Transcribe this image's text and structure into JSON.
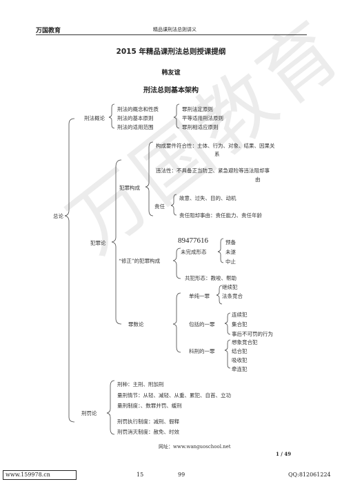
{
  "header": {
    "brand": "万国教育",
    "subtitle": "精品课刑法总则讲义"
  },
  "title": {
    "main": "2015 年精品课刑法总则授课提纲",
    "author": "韩友谊",
    "section": "刑法总则基本架构"
  },
  "watermark": "万国教育",
  "tree": {
    "root": "总论",
    "xingfa_gailun": {
      "label": "刑法概论",
      "items": [
        "刑法的概念和性质",
        "刑法的基本原则",
        "刑法的适用范围"
      ],
      "principles": [
        "罪刑法定原则",
        "平等适用刑法原则",
        "罪刑相适应原则"
      ]
    },
    "fanzui_lun": {
      "label": "犯罪论",
      "fanzui_goucheng": {
        "label": "犯罪构成",
        "goucheng_yaojian_1": "构成要件符合性：主体、行为、对象、结果、因果关",
        "goucheng_yaojian_2": "系",
        "weifa_1": "违法性：不具备正当防卫、紧急避险等违法阻却事",
        "weifa_2": "由",
        "zeren": "责任",
        "zeren_items": [
          "故意、过失、目的、动机",
          "责任阻却事由：责任能力、责任年龄"
        ]
      },
      "number_note": "89477616",
      "xiuzheng": {
        "label": "“修正”的犯罪构成",
        "weiwancheng": "未完成形态",
        "forms": [
          "预备",
          "未遂",
          "中止"
        ],
        "gongfan": "共犯形态：教唆、帮助"
      },
      "zuishu_lun": {
        "label": "罪数论",
        "danchun": "单纯一罪",
        "danchun_items": [
          "继续犯",
          "法条竞合"
        ],
        "baokuo": "包括的一罪",
        "baokuo_items": [
          "连续犯",
          "集合犯",
          "事后不可罚的行为"
        ],
        "kexing": "科刑的一罪",
        "kexing_items": [
          "想象竞合犯",
          "结合犯",
          "吸收犯",
          "牵连犯"
        ]
      }
    },
    "xingfa_lun": {
      "label": "刑罚论",
      "items": [
        "刑种：主刑、附加刑",
        "量刑情节：从轻、减轻、从重、累犯、自首、立功",
        "量刑制度：、数罪并罚、缓刑",
        "刑罚执行制度：减刑、假释",
        "刑罚消灭制度：赦免、时效"
      ]
    }
  },
  "footer": {
    "url": "网址：www.wanguoschool.net",
    "page": "1 / 49",
    "site": "www.159978.cn",
    "num1": "15",
    "num2": "99",
    "qq": "QQ:812061224"
  }
}
